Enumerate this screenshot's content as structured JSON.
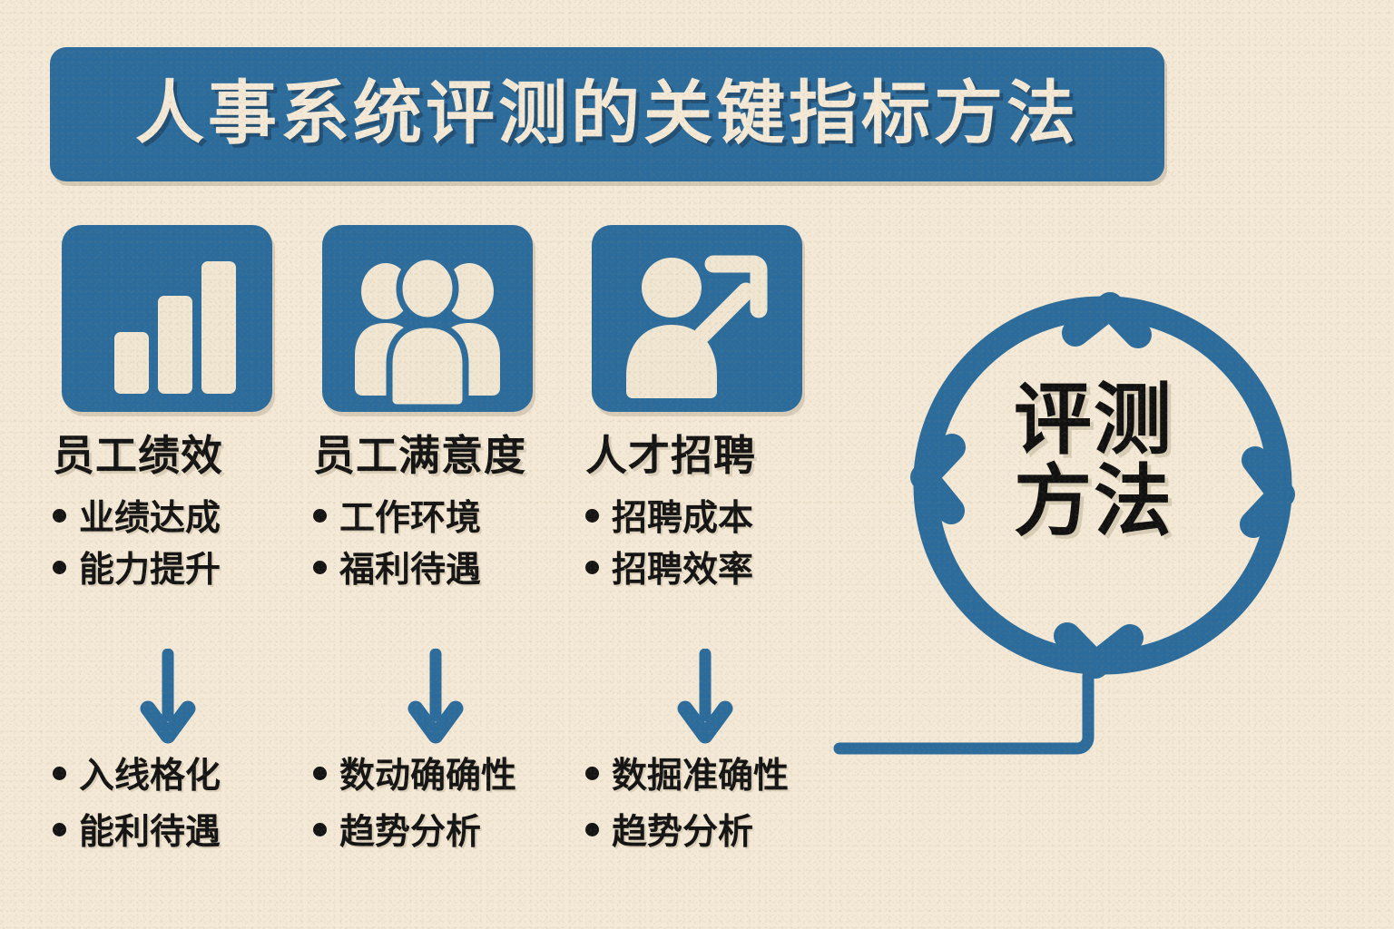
{
  "theme": {
    "background": "#F3E9D6",
    "accent_blue": "#2C6C9C",
    "ink": "#141414",
    "cream": "#F3E9D6"
  },
  "header": {
    "title": "人事系统评测的关键指标方法"
  },
  "columns": [
    {
      "icon": "bar-chart-icon",
      "heading": "员工绩效",
      "top_bullets": [
        "业绩达成",
        "能力提升"
      ],
      "arrow": "down-arrow",
      "bottom_bullets": [
        "入线格化",
        "能利待遇"
      ]
    },
    {
      "icon": "people-group-icon",
      "heading": "员工满意度",
      "top_bullets": [
        "工作环境",
        "福利待遇"
      ],
      "arrow": "down-arrow",
      "bottom_bullets": [
        "数动确确性",
        "趋势分析"
      ]
    },
    {
      "icon": "person-growth-icon",
      "heading": "人才招聘",
      "top_bullets": [
        "招聘成本",
        "招聘效率"
      ],
      "arrow": "down-arrow",
      "bottom_bullets": [
        "数掘准确性",
        "趋势分析"
      ]
    }
  ],
  "cycle": {
    "center_line1": "评测",
    "center_line2": "方法",
    "segments": 4,
    "direction": "clockwise",
    "arrowheads": [
      "top",
      "right",
      "bottom",
      "left"
    ]
  }
}
